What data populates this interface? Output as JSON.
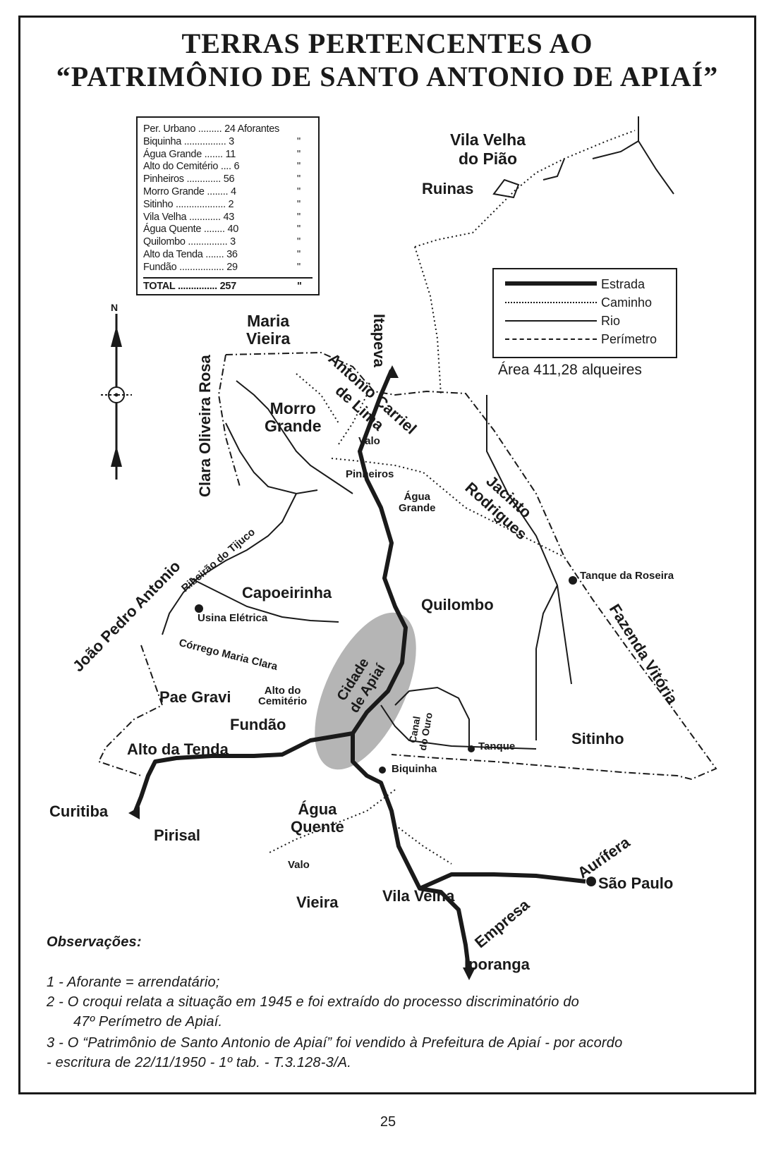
{
  "title": {
    "line1": "TERRAS PERTENCENTES AO",
    "line2": "“PATRIMÔNIO DE SANTO ANTONIO DE APIAÍ”"
  },
  "table": {
    "header_unit": "Aforantes",
    "ditto": "\"",
    "rows": [
      {
        "name": "Per. Urbano .........",
        "count": "24"
      },
      {
        "name": "Biquinha ................",
        "count": "3"
      },
      {
        "name": "Água Grande .......",
        "count": "11"
      },
      {
        "name": "Alto do Cemitério ....",
        "count": "6"
      },
      {
        "name": "Pinheiros .............",
        "count": "56"
      },
      {
        "name": "Morro Grande ........",
        "count": "4"
      },
      {
        "name": "Sitinho ...................",
        "count": "2"
      },
      {
        "name": "Vila Velha ............",
        "count": "43"
      },
      {
        "name": "Água Quente ........",
        "count": "40"
      },
      {
        "name": "Quilombo ...............",
        "count": "3"
      },
      {
        "name": "Alto da Tenda .......",
        "count": "36"
      },
      {
        "name": "Fundão .................",
        "count": "29"
      }
    ],
    "total": {
      "name": "TOTAL ...............",
      "count": "257"
    }
  },
  "key": {
    "items": [
      {
        "label": "Estrada",
        "style": "road"
      },
      {
        "label": "Caminho",
        "style": "path"
      },
      {
        "label": "Rio",
        "style": "river"
      },
      {
        "label": "Perímetro",
        "style": "perimeter"
      }
    ],
    "area": "Área 411,28 alqueires"
  },
  "north_label": "N",
  "map_labels": {
    "vila_velha_piao": [
      "Vila Velha",
      "do Pião"
    ],
    "ruinas": "Ruinas",
    "itapeva": "Itapeva",
    "maria_vieira": [
      "Maria",
      "Vieira"
    ],
    "antonio_carriel": [
      "Antonio Carriel",
      "de Lima"
    ],
    "clara": "Clara Oliveira Rosa",
    "morro_grande": [
      "Morro",
      "Grande"
    ],
    "valo1": "Valo",
    "pinheiros": "Pinheiros",
    "agua_grande": [
      "Água",
      "Grande"
    ],
    "jacinto": [
      "Jacinto",
      "Rodrigues"
    ],
    "ribeirao": "Ribeirão do Tijuco",
    "joao": "João Pedro Antonio",
    "capoeirinha": "Capoeirinha",
    "quilombo": "Quilombo",
    "tanque_roseira": "Tanque da Roseira",
    "usina": "Usina Elétrica",
    "corrego": "Córrego Maria Clara",
    "fazenda": "Fazenda Vitória",
    "cidade": [
      "Cidade",
      "de Apiaí"
    ],
    "pae_gravi": "Pae Gravi",
    "alto_cemiterio": [
      "Alto do",
      "Cemitério"
    ],
    "canal": [
      "Canal",
      "do Ouro"
    ],
    "fundao": "Fundão",
    "alto_tenda": "Alto da Tenda",
    "tanque": "Tanque",
    "sitinho": "Sitinho",
    "biquinha": "Biquinha",
    "curitiba": "Curitiba",
    "pirisal": "Pirisal",
    "agua_quente": [
      "Água",
      "Quente"
    ],
    "aurifera": "Aurífera",
    "valo2": "Valo",
    "sao_paulo": "São Paulo",
    "vieira": "Vieira",
    "vila_velha": "Vila Velha",
    "empresa": "Empresa",
    "iporanga": "Iporanga"
  },
  "observations": {
    "heading": "Observações:",
    "lines": [
      "1 - Aforante = arrendatário;",
      "2 - O croqui relata a situação em 1945 e foi extraído do processo discriminatório do",
      "47º Perímetro de Apiaí.",
      "3 - O “Patrimônio de Santo Antonio de Apiaí” foi vendido à Prefeitura de Apiaí - por acordo",
      "-      escritura de 22/11/1950 - 1º tab. - T.3.128-3/A."
    ]
  },
  "page_number": "25"
}
